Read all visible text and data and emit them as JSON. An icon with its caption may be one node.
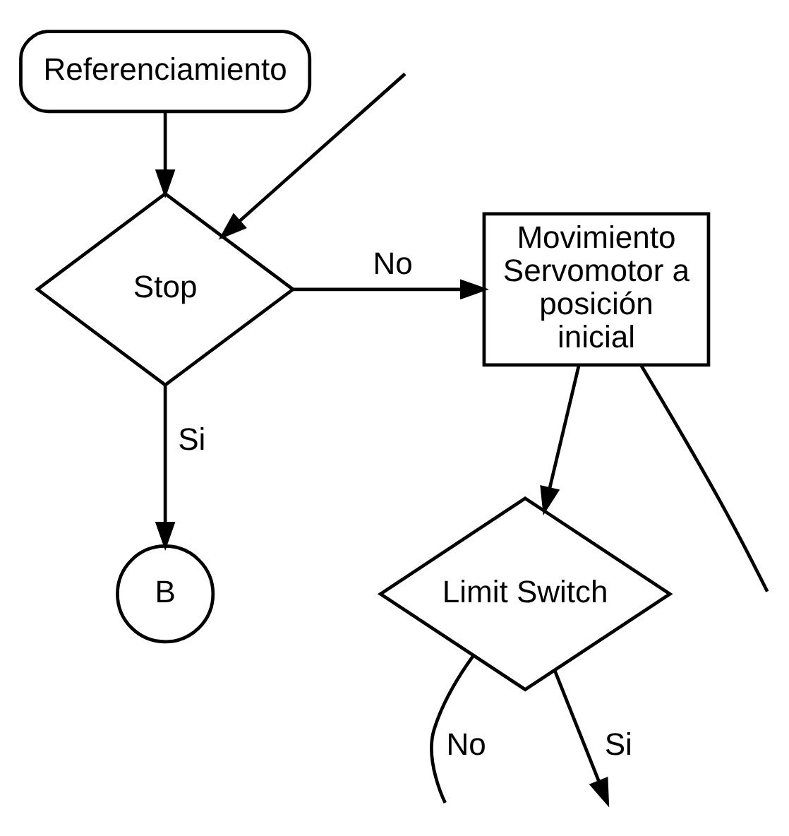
{
  "diagram": {
    "nodes": [
      {
        "text": [
          "Referenciamiento"
        ]
      },
      {
        "text": [
          "Stop"
        ]
      },
      {
        "text": [
          "Movimiento Servomotor a posición inicial"
        ]
      },
      {
        "text": [
          "B"
        ]
      },
      {
        "text": [
          "Limit Switch"
        ]
      }
    ],
    "edges": [
      {
        "from": 0,
        "to": 1,
        "arrow": "to"
      },
      {
        "from": null,
        "to": 1,
        "arrow": "to"
      },
      {
        "from": 1,
        "to": 2,
        "arrow": "to",
        "label": "No"
      },
      {
        "from": 1,
        "to": 3,
        "arrow": "to",
        "label": "Si"
      },
      {
        "from": 2,
        "to": 4,
        "arrow": "to"
      },
      {
        "from": 2,
        "to": null,
        "arrow": "none"
      },
      {
        "from": 4,
        "to": null,
        "arrow": "none",
        "label": "No"
      },
      {
        "from": 4,
        "to": null,
        "arrow": "to",
        "label": "Si"
      }
    ]
  }
}
